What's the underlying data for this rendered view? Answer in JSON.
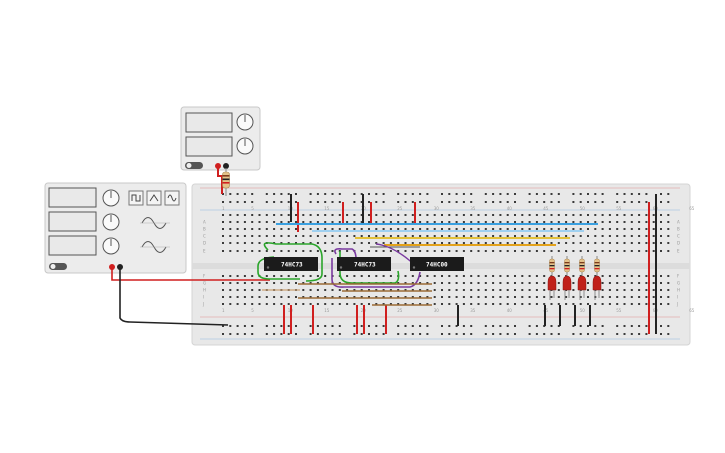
{
  "canvas": {
    "background": "#ffffff"
  },
  "breadboard": {
    "color": "#e8e8e8",
    "hole_color": "#3a3a3a",
    "column_numbers": [
      "1",
      "5",
      "10",
      "15",
      "20",
      "25",
      "30",
      "35",
      "40",
      "45",
      "50",
      "55",
      "60",
      "65"
    ],
    "row_letters_top": [
      "A",
      "B",
      "C",
      "D",
      "E"
    ],
    "row_letters_bottom": [
      "F",
      "G",
      "H",
      "I",
      "J"
    ]
  },
  "chips": [
    {
      "label": "74HC73"
    },
    {
      "label": "74HC73"
    },
    {
      "label": "74HC00"
    }
  ],
  "power_supplies": {
    "small": {
      "name": "dc-power-supply"
    },
    "large": {
      "name": "function-generator"
    }
  },
  "leds": {
    "count": 4,
    "color": "#c0201a"
  },
  "wire_colors": {
    "red": "#d01f1f",
    "black": "#222222",
    "blue": "#3aa0e0",
    "orange": "#e3a21a",
    "green": "#2aa52a",
    "purple": "#7a3aa0",
    "brown": "#9a6a35"
  }
}
